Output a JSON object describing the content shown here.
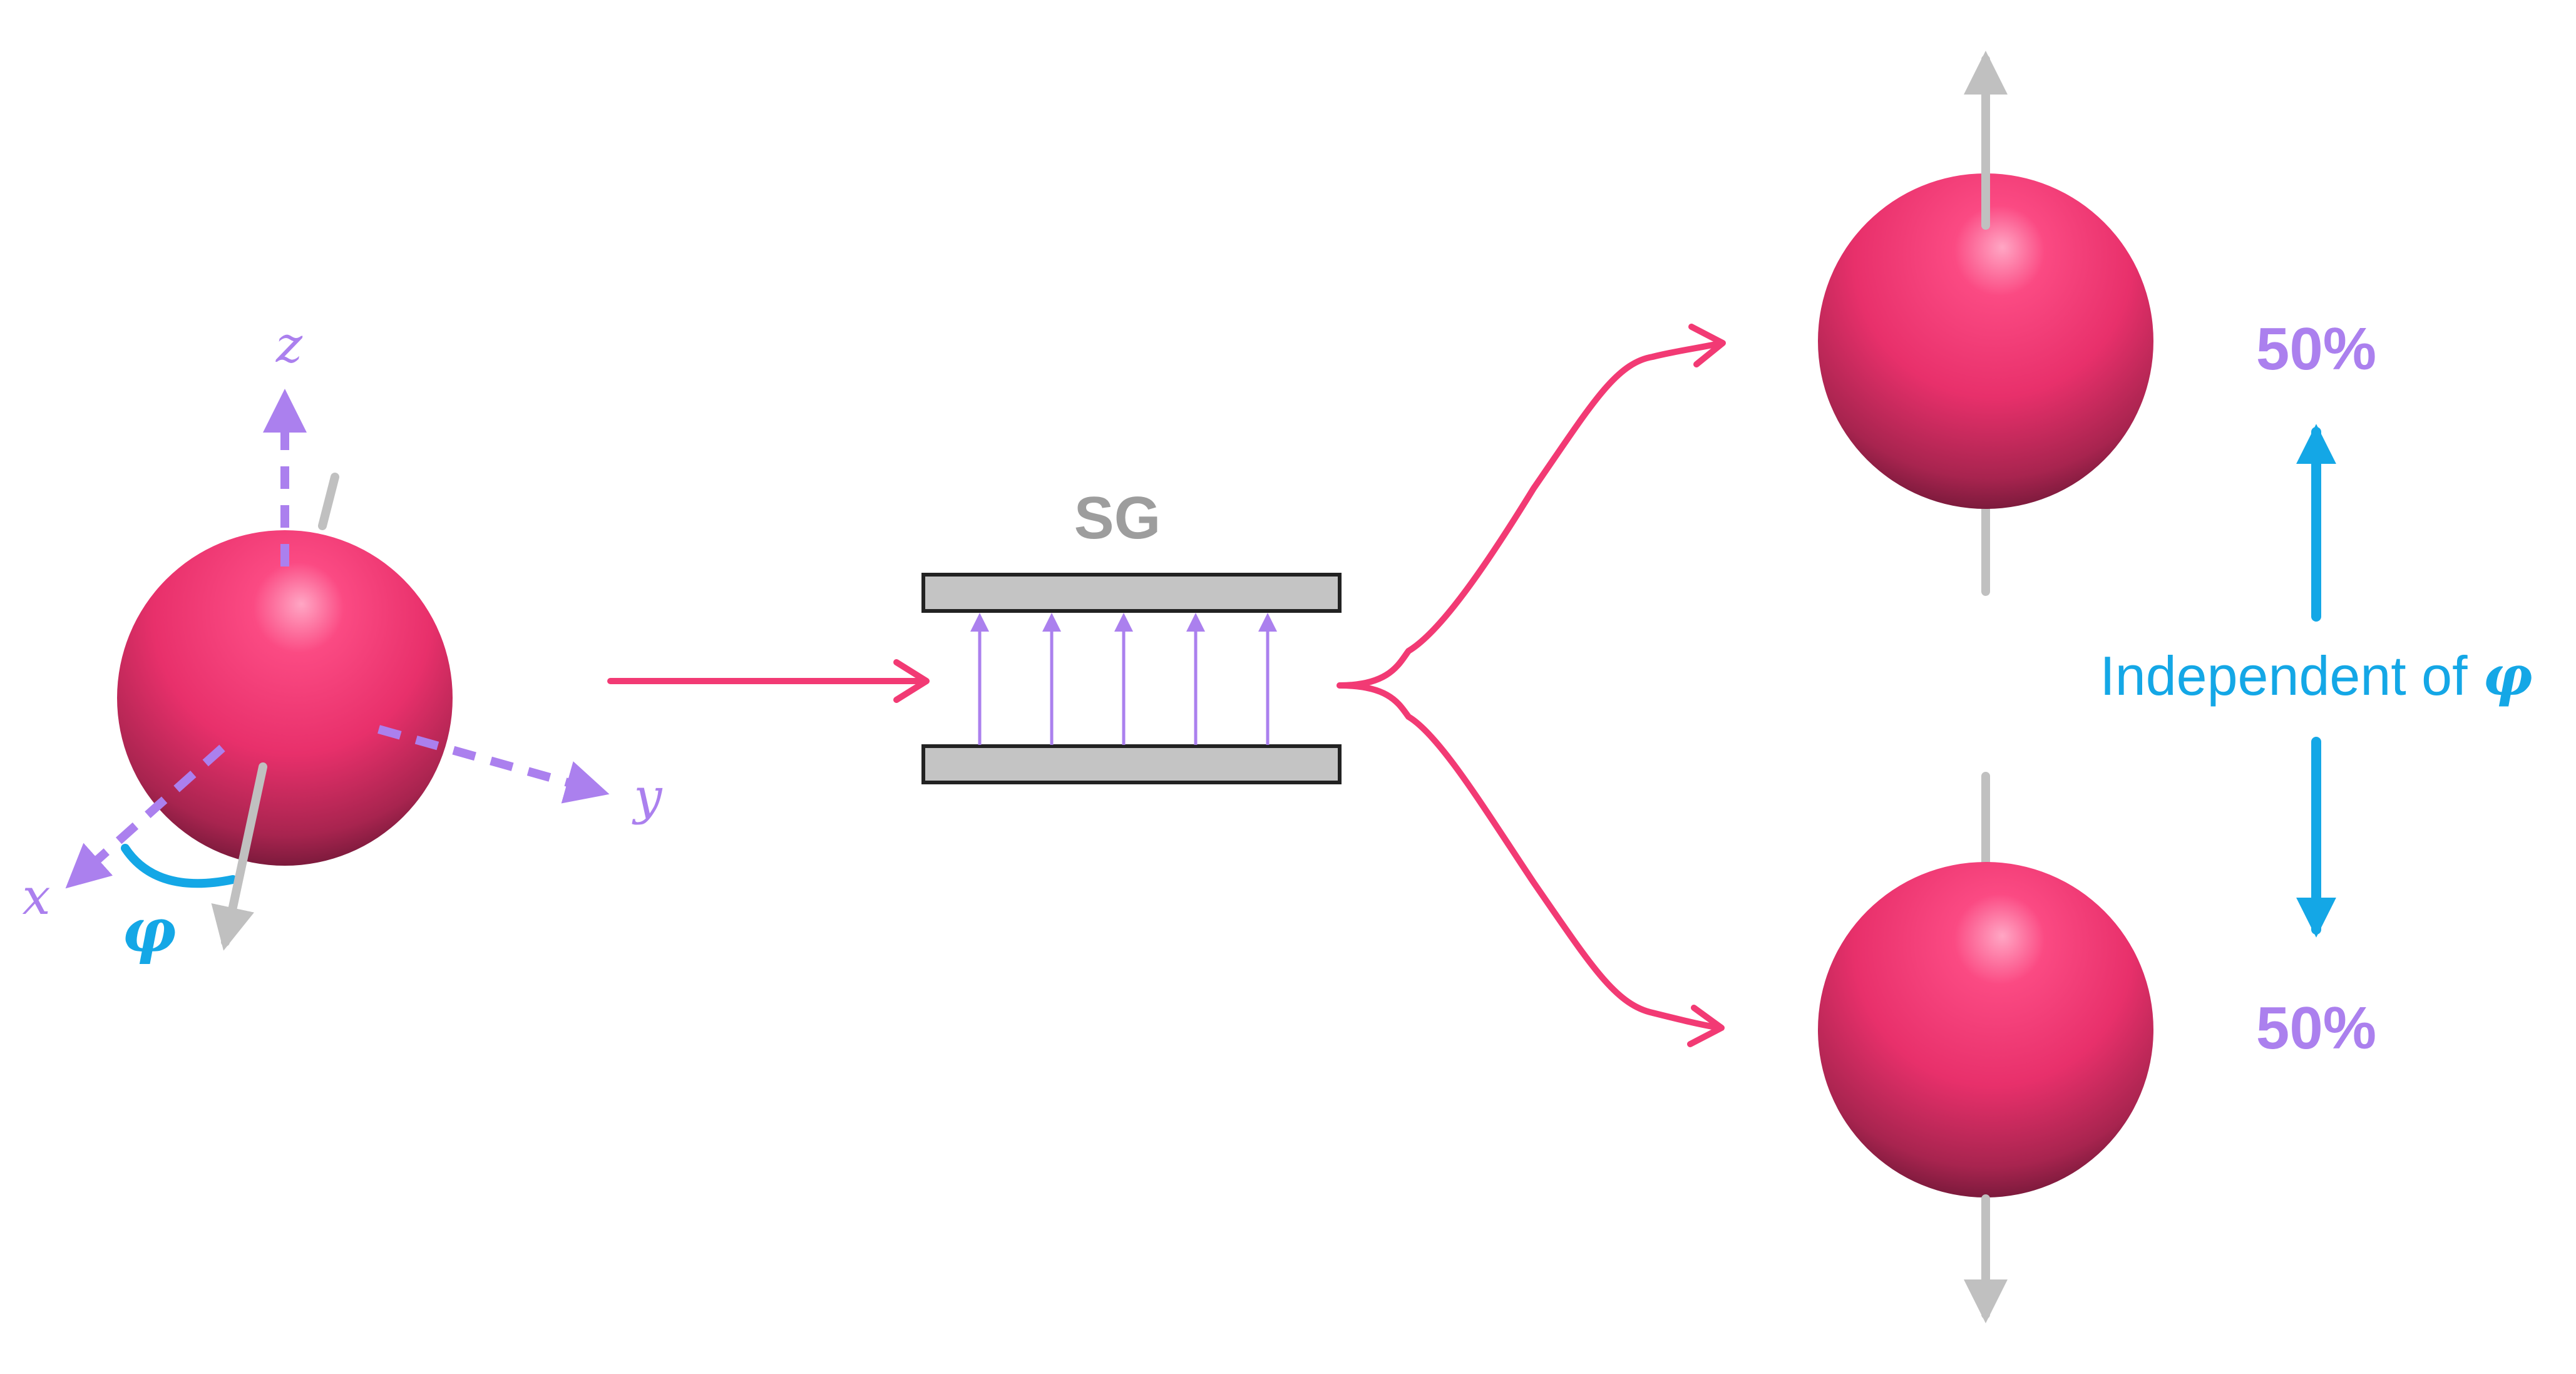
{
  "colors": {
    "particle": "#f23a74",
    "particle_dark": "#8c1d42",
    "particle_highlight": "#ff9fbe",
    "axis": "#ab80ee",
    "spin_arrow": "#c0c0c0",
    "beam": "#f23a74",
    "angle": "#14a7e6",
    "magnet_fill": "#c4c4c4",
    "magnet_stroke": "#222222",
    "sg_text": "#9d9d9d",
    "percent_text": "#ab80ee",
    "independent_text": "#14a7e6"
  },
  "left_particle": {
    "axes": {
      "x_label": "x",
      "y_label": "y",
      "z_label": "z"
    },
    "angle_label": "φ"
  },
  "magnet": {
    "label": "SG",
    "field_arrow_count": 5
  },
  "outcomes": {
    "up_percent": "50%",
    "down_percent": "50%",
    "independence_text": "Independent of ",
    "independence_symbol": "φ"
  }
}
